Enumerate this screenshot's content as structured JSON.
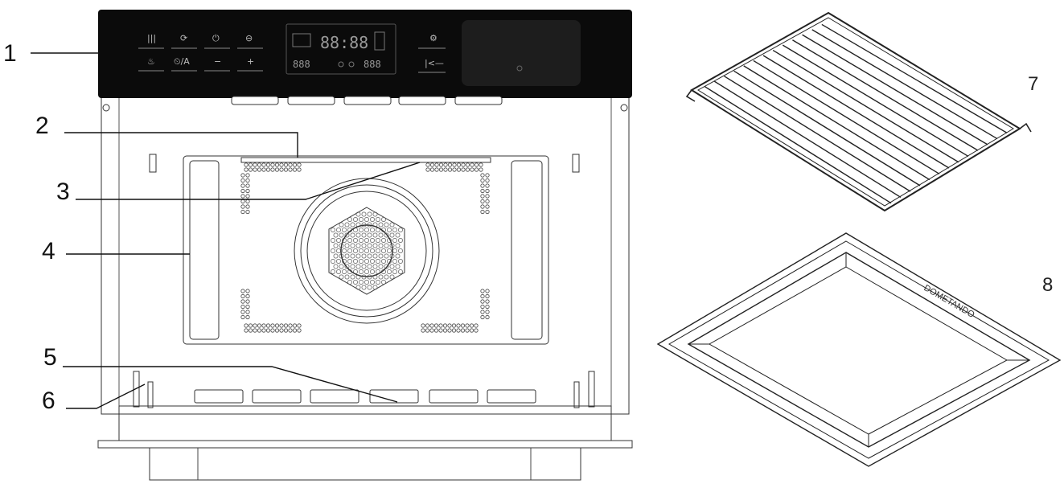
{
  "callouts": [
    {
      "id": "1",
      "label": "1"
    },
    {
      "id": "2",
      "label": "2"
    },
    {
      "id": "3",
      "label": "3"
    },
    {
      "id": "4",
      "label": "4"
    },
    {
      "id": "5",
      "label": "5"
    },
    {
      "id": "6",
      "label": "6"
    },
    {
      "id": "7",
      "label": "7"
    },
    {
      "id": "8",
      "label": "8"
    }
  ],
  "control_panel": {
    "display_main": "88:88",
    "display_left": "888",
    "display_right": "888",
    "buttons_top": [
      "|||",
      "⟳",
      "⏻",
      "⊖"
    ],
    "buttons_bottom": [
      "♨",
      "⏲/A",
      "−",
      "+"
    ],
    "right_buttons": [
      "⚙",
      "|<—"
    ],
    "panel_color": "#0b0b0b"
  },
  "tray_brand": "DOMETANDO",
  "icons": [
    "start-icon",
    "clock-icon",
    "power-icon",
    "minus-icon",
    "plus-icon",
    "fan-icon"
  ]
}
